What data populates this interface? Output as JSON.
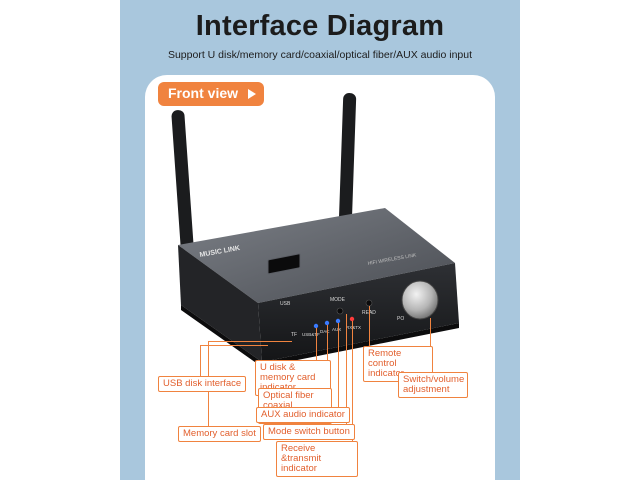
{
  "header": {
    "title": "Interface Diagram",
    "subtitle": "Support U disk/memory card/coaxial/optical fiber/AUX audio input"
  },
  "front_view": {
    "label": "Front view"
  },
  "device": {
    "brand_label": "MUSIC LINK",
    "model_label": "HIFI WIRELESS LINK",
    "usb_label": "USB",
    "tf_label": "TF",
    "mode_label": "MODE",
    "read_label": "READ",
    "indicator_labels": [
      "USB&TF",
      "DAC",
      "AUX",
      "RX&TX"
    ],
    "power_label": "PO",
    "body_color": "#3a3d42",
    "led_color": "#3b7bff"
  },
  "callouts": {
    "usb_disk_interface": "USB disk interface",
    "memory_card_slot": "Memory card slot",
    "u_disk_indicator": "U disk & memory card indicator",
    "optical_indicator": "Optical fiber coaxial indicator",
    "aux_indicator": "AUX audio indicator",
    "mode_switch": "Mode switch button",
    "receive_transmit": "Receive &transmit indicator",
    "remote_control": "Remote control indicator",
    "switch_volume": "Switch/volume adjustment"
  },
  "colors": {
    "accent": "#f0833f",
    "background_panel": "#a9c7dd"
  }
}
